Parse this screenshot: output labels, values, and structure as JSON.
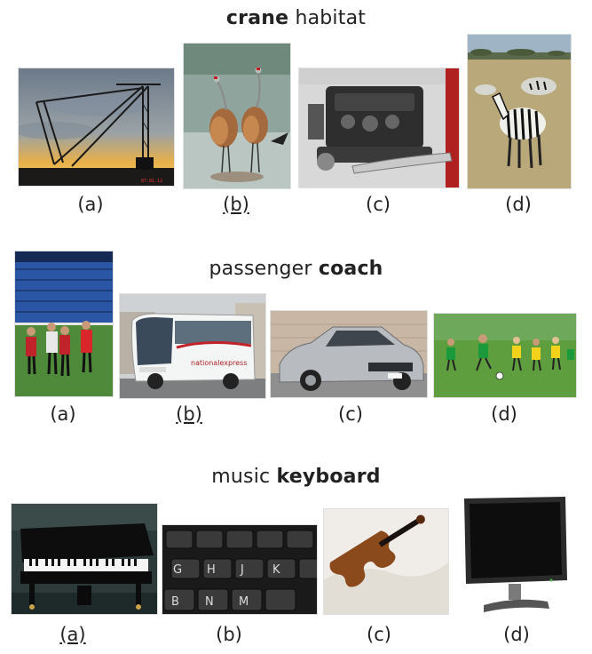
{
  "questions": [
    {
      "word_bold": "crane",
      "word_plain": "habitat",
      "options": [
        {
          "label": "(a)",
          "image": "construction-crane-sunset",
          "underlined": false
        },
        {
          "label": "(b)",
          "image": "crane-birds-in-water",
          "underlined": true
        },
        {
          "label": "(c)",
          "image": "car-engine",
          "underlined": false
        },
        {
          "label": "(d)",
          "image": "zebras-on-savanna",
          "underlined": false
        }
      ]
    },
    {
      "word_plain": "passenger",
      "word_bold": "coach",
      "options": [
        {
          "label": "(a)",
          "image": "soccer-coaches-on-field",
          "underlined": false
        },
        {
          "label": "(b)",
          "image": "white-coach-bus",
          "underlined": true
        },
        {
          "label": "(c)",
          "image": "silver-sedan-car",
          "underlined": false
        },
        {
          "label": "(d)",
          "image": "kids-playing-soccer",
          "underlined": false
        }
      ]
    },
    {
      "word_plain": "music",
      "word_bold": "keyboard",
      "options": [
        {
          "label": "(a)",
          "image": "grand-piano",
          "underlined": true
        },
        {
          "label": "(b)",
          "image": "computer-keyboard-keys",
          "underlined": false
        },
        {
          "label": "(c)",
          "image": "violin",
          "underlined": false
        },
        {
          "label": "(d)",
          "image": "computer-monitor",
          "underlined": false
        }
      ]
    }
  ]
}
